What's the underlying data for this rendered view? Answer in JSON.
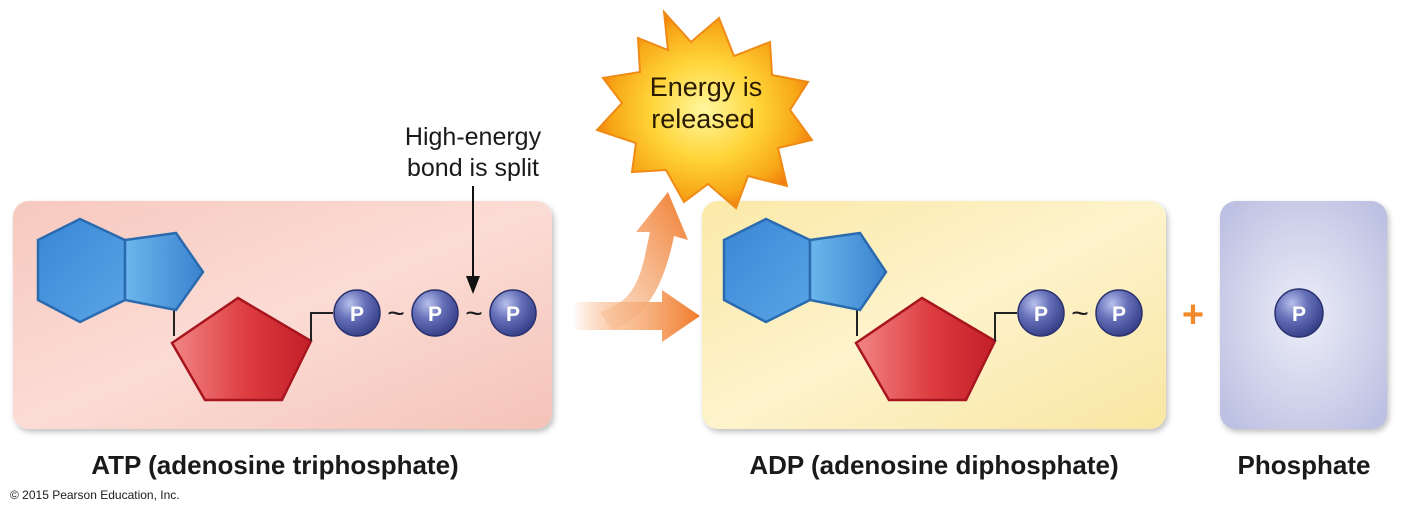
{
  "energy_burst": {
    "line1": "Energy is",
    "line2": "released"
  },
  "bond_note": {
    "line1": "High-energy",
    "line2": "bond is split"
  },
  "atp": {
    "label": "ATP (adenosine triphosphate)"
  },
  "adp": {
    "label": "ADP (adenosine diphosphate)"
  },
  "phosphate": {
    "label": "Phosphate"
  },
  "phosphate_symbol": "P",
  "bond_symbol": "~",
  "plus_sign": "+",
  "copyright": "© 2015 Pearson Education, Inc.",
  "colors": {
    "atp_panel": "#f8cfc6",
    "adp_panel": "#fbeeb4",
    "phosphate_panel": "#c9cce6",
    "base": "#4a90d9",
    "sugar": "#d8323a",
    "phosphate_ball": "#4a55a0",
    "arrow": "#f5893a",
    "burst": "#f7a616"
  }
}
